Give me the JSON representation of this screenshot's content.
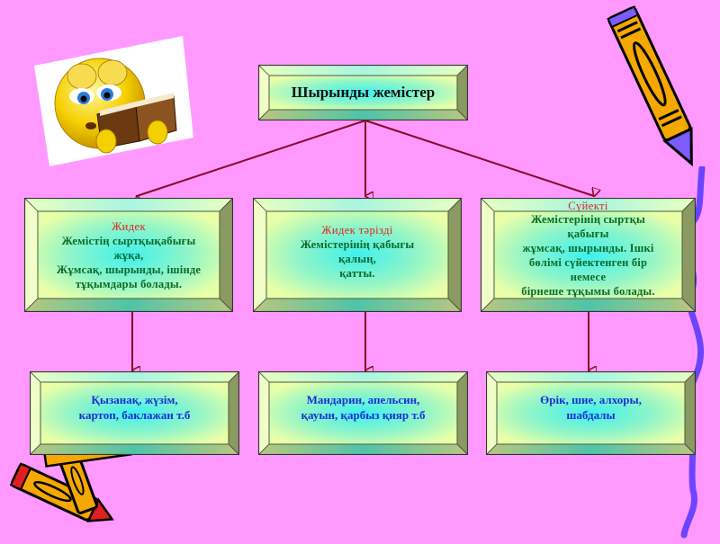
{
  "root": {
    "title": "Шырынды жемістер"
  },
  "categories": [
    {
      "heading": "Жидек",
      "lines": [
        "Жемістің сыртқықабығы",
        "жұқа,",
        "Жұмсақ, шырынды, ішінде",
        "тұқымдары болады."
      ]
    },
    {
      "heading": "Жидек тәрізді",
      "lines": [
        "Жемістерінің қабығы",
        "қалың,",
        "қатты."
      ]
    },
    {
      "heading": "Сүйекті",
      "lines": [
        "Жемістерінің сыртқы",
        "қабығы",
        "жұмсақ, шырынды. Ішкі",
        "бөлімі сүйектенген бір",
        "немесе",
        "бірнеше тұқымы болады."
      ]
    }
  ],
  "examples": [
    {
      "lines": [
        "Қызанақ, жүзім,",
        "картоп, баклажан т.б"
      ]
    },
    {
      "lines": [
        "Мандарин, апельсин,",
        "қауын, қарбыз қияр т.б"
      ]
    },
    {
      "lines": [
        "Өрік, шие, алхоры,",
        "шабдалы"
      ]
    }
  ],
  "colors": {
    "background": "#ff99ff",
    "arrow": "#8b0a28",
    "heading_red": "#e0241b",
    "text_green": "#0b6b2a",
    "text_blue": "#1a2fd6"
  },
  "decorations": {
    "reading_emoji": "reading-smiley-icon",
    "crayon_top_right": "crayon-icon",
    "crayons_bottom_left": "crayons-icon",
    "squiggle_right": "squiggle-line"
  }
}
